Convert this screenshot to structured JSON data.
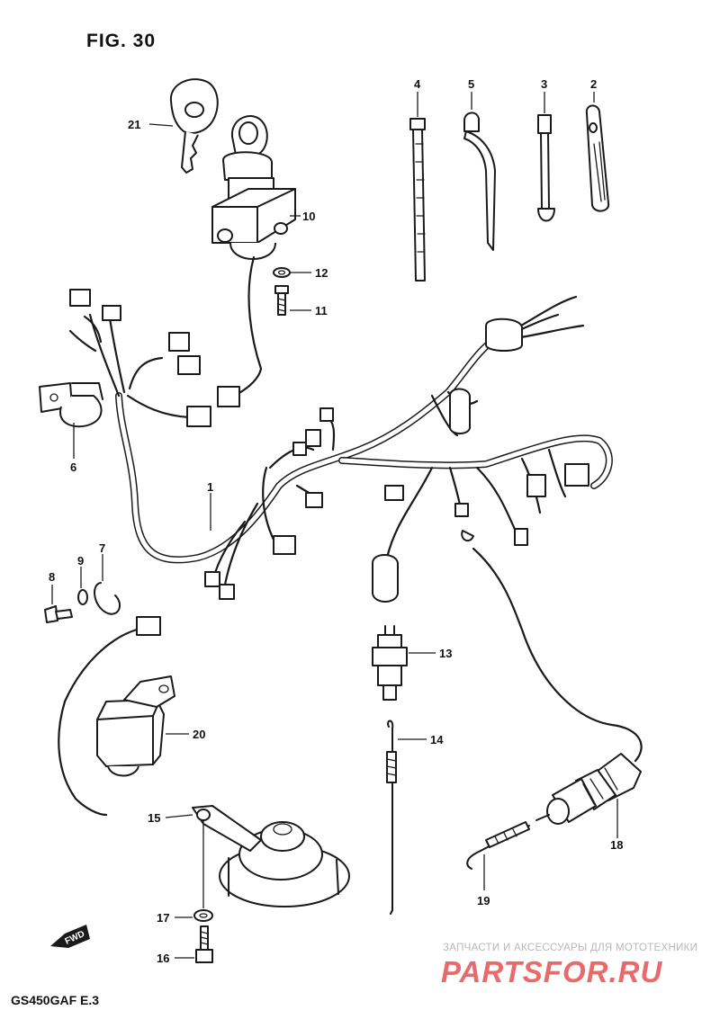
{
  "figure": {
    "title": "FIG. 30",
    "model_code": "GS450GAF E.3"
  },
  "watermark": {
    "tagline": "ЗАПЧАСТИ И АКСЕССУАРЫ ДЛЯ МОТОТЕХНИКИ",
    "logo_text": "PARTSFOR.RU",
    "logo_color": "#e86a6a"
  },
  "fwd_arrow": {
    "text": "FWD"
  },
  "callouts": [
    {
      "id": "21",
      "text": "21"
    },
    {
      "id": "10",
      "text": "10"
    },
    {
      "id": "12",
      "text": "12"
    },
    {
      "id": "11",
      "text": "11"
    },
    {
      "id": "4",
      "text": "4"
    },
    {
      "id": "5",
      "text": "5"
    },
    {
      "id": "3",
      "text": "3"
    },
    {
      "id": "2",
      "text": "2"
    },
    {
      "id": "6",
      "text": "6"
    },
    {
      "id": "1",
      "text": "1"
    },
    {
      "id": "8",
      "text": "8"
    },
    {
      "id": "9",
      "text": "9"
    },
    {
      "id": "7",
      "text": "7"
    },
    {
      "id": "13",
      "text": "13"
    },
    {
      "id": "14",
      "text": "14"
    },
    {
      "id": "20",
      "text": "20"
    },
    {
      "id": "15",
      "text": "15"
    },
    {
      "id": "18",
      "text": "18"
    },
    {
      "id": "19",
      "text": "19"
    },
    {
      "id": "17",
      "text": "17"
    },
    {
      "id": "16",
      "text": "16"
    }
  ]
}
